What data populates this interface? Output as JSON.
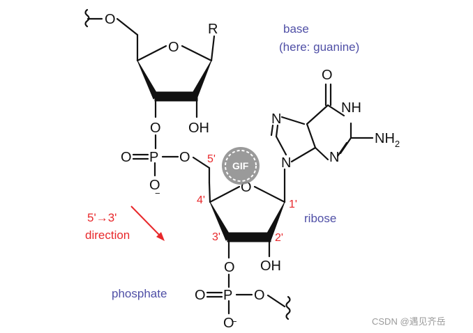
{
  "labels": {
    "base_line1": "base",
    "base_line2": "(here: guanine)",
    "ribose": "ribose",
    "phosphate": "phosphate",
    "direction_line1": "5'→3'",
    "direction_line2": "direction"
  },
  "atoms": {
    "o": "O",
    "r": "R",
    "oh": "OH",
    "p": "P",
    "n": "N",
    "nh": "NH",
    "nh2_main": "NH",
    "nh2_sub": "2",
    "o_minus_sign": "−"
  },
  "positions": {
    "c5": "5'",
    "c4": "4'",
    "c3": "3'",
    "c2": "2'",
    "c1": "1'"
  },
  "badge": {
    "text": "GIF"
  },
  "watermark": {
    "text": "CSDN @遇见齐岳"
  },
  "colors": {
    "label_blue": "#4f4fa6",
    "position_red": "#e8282b",
    "bond_black": "#111111"
  }
}
